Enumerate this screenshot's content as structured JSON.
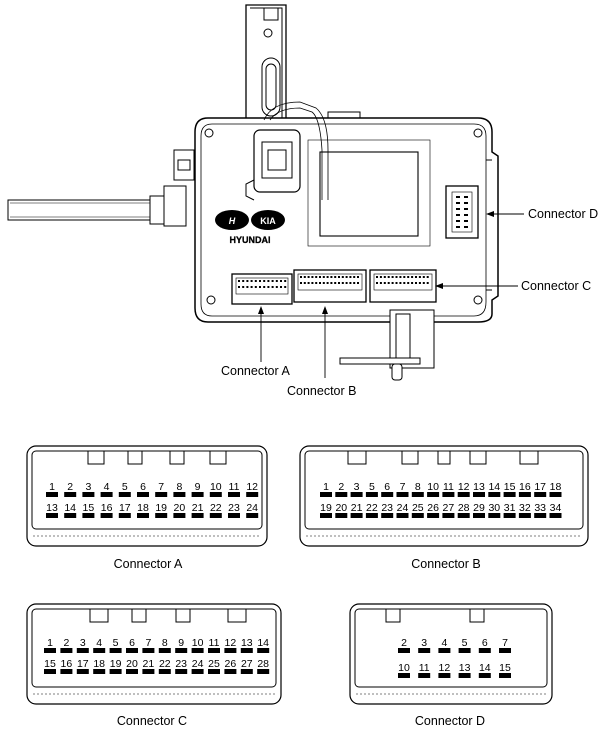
{
  "module": {
    "logo_brand_left": "HYUNDAI",
    "logo_brand_right": "KIA",
    "callouts": {
      "a": "Connector A",
      "b": "Connector B",
      "c": "Connector C",
      "d": "Connector D"
    }
  },
  "connectors": [
    {
      "id": "a",
      "caption": "Connector A",
      "row1": [
        "1",
        "2",
        "3",
        "4",
        "5",
        "6",
        "7",
        "8",
        "9",
        "10",
        "11",
        "12"
      ],
      "row2": [
        "13",
        "14",
        "15",
        "16",
        "17",
        "18",
        "19",
        "20",
        "21",
        "22",
        "23",
        "24"
      ]
    },
    {
      "id": "b",
      "caption": "Connector B",
      "row1": [
        "1",
        "2",
        "3",
        "5",
        "6",
        "7",
        "8",
        "10",
        "11",
        "12",
        "13",
        "14",
        "15",
        "16",
        "17",
        "18"
      ],
      "row2": [
        "19",
        "20",
        "21",
        "22",
        "23",
        "24",
        "25",
        "26",
        "27",
        "28",
        "29",
        "30",
        "31",
        "32",
        "33",
        "34"
      ]
    },
    {
      "id": "c",
      "caption": "Connector C",
      "row1": [
        "1",
        "2",
        "3",
        "4",
        "5",
        "6",
        "7",
        "8",
        "9",
        "10",
        "11",
        "12",
        "13",
        "14"
      ],
      "row2": [
        "15",
        "16",
        "17",
        "18",
        "19",
        "20",
        "21",
        "22",
        "23",
        "24",
        "25",
        "26",
        "27",
        "28"
      ]
    },
    {
      "id": "d",
      "caption": "Connector D",
      "row1": [
        "2",
        "3",
        "4",
        "5",
        "6",
        "7"
      ],
      "row2": [
        "10",
        "11",
        "12",
        "13",
        "14",
        "15"
      ]
    }
  ]
}
